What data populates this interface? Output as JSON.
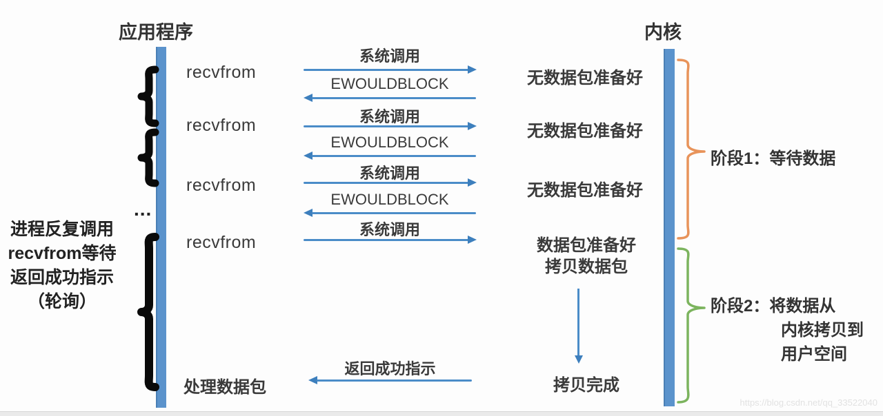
{
  "headers": {
    "application": "应用程序",
    "kernel": "内核"
  },
  "left_note": {
    "line1": "进程反复调用",
    "line2": "recvfrom等待",
    "line3": "返回成功指示",
    "line4": "（轮询）"
  },
  "ellipsis": "...",
  "app_calls": [
    "recvfrom",
    "recvfrom",
    "recvfrom",
    "recvfrom"
  ],
  "process_label": "处理数据包",
  "exchanges": [
    {
      "label": "系统调用",
      "direction": "right"
    },
    {
      "label": "EWOULDBLOCK",
      "direction": "left"
    },
    {
      "label": "系统调用",
      "direction": "right"
    },
    {
      "label": "EWOULDBLOCK",
      "direction": "left"
    },
    {
      "label": "系统调用",
      "direction": "right"
    },
    {
      "label": "EWOULDBLOCK",
      "direction": "left"
    },
    {
      "label": "系统调用",
      "direction": "right"
    },
    {
      "label": "返回成功指示",
      "direction": "left"
    }
  ],
  "kernel_states": [
    "无数据包准备好",
    "无数据包准备好",
    "无数据包准备好"
  ],
  "ready_state": {
    "line1": "数据包准备好",
    "line2": "拷贝数据包"
  },
  "copy_done": "拷贝完成",
  "phases": {
    "phase1": "阶段1：等待数据",
    "phase2_line1": "阶段2：将数据从",
    "phase2_line2": "内核拷贝到",
    "phase2_line3": "用户空间"
  },
  "watermark": "https://blog.csdn.net/qq_33522040",
  "colors": {
    "bar_blue": "#5b93cc",
    "arrow_blue": "#4a8cc8",
    "brace_orange": "#e8935a",
    "brace_green": "#7cb45e",
    "brace_black": "#0a0a0a",
    "text_dark": "#383838",
    "watermark_gray": "#e2e2e2"
  }
}
